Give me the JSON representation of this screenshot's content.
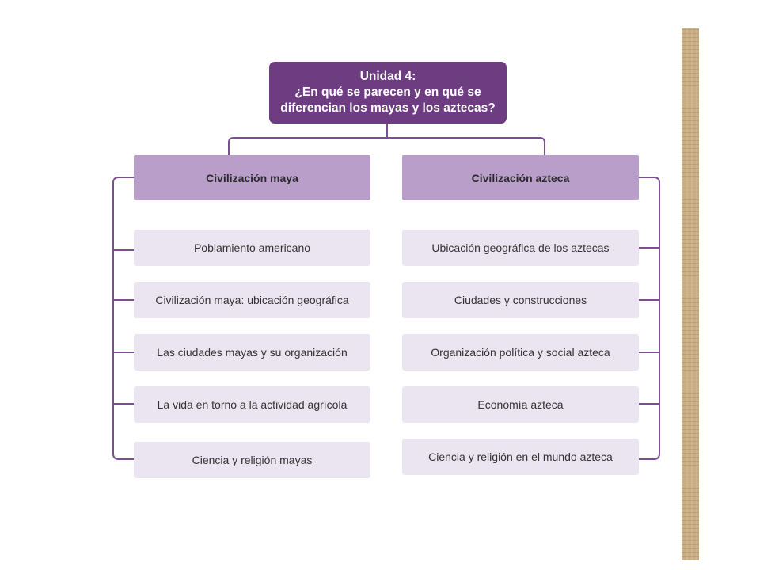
{
  "title": {
    "line1": "Unidad 4:",
    "line2": "¿En qué se parecen y en qué se",
    "line3": "diferencian los mayas y los aztecas?"
  },
  "left_branch": {
    "heading": "Civilización maya",
    "topics": [
      "Poblamiento americano",
      "Civilización maya: ubicación geográfica",
      "Las ciudades mayas y su organización",
      "La vida en torno a la actividad agrícola",
      "Ciencia y religión mayas"
    ]
  },
  "right_branch": {
    "heading": "Civilización azteca",
    "topics": [
      "Ubicación geográfica de los aztecas",
      "Ciudades y construcciones",
      "Organización política y social azteca",
      "Economía azteca",
      "Ciencia y religión en el mundo azteca"
    ]
  },
  "colors": {
    "title_bg": "#6e3c81",
    "heading_bg": "#b89ec9",
    "topic_bg": "#ebe5f1",
    "connector": "#7a4f8f"
  }
}
